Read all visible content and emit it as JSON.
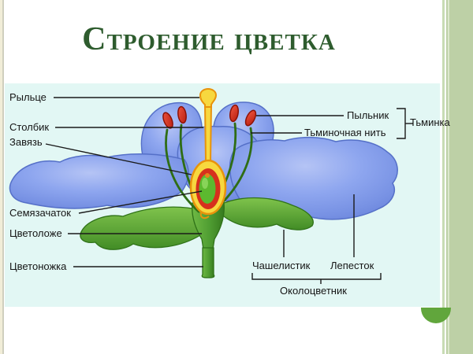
{
  "slide": {
    "title": "Строение цветка",
    "title_color": "#2e5c2e",
    "frame_green": "#bdd0a6",
    "diagram_bg": "#e2f7f4",
    "ornament_green": "#61a63c"
  },
  "diagram": {
    "type": "labeled-anatomy-diagram",
    "subject": "flower structure (cross-section)",
    "labels": {
      "stigma": "Рыльце",
      "style": "Столбик",
      "ovary": "Завязь",
      "ovule": "Семязачаток",
      "receptacle": "Цветоложе",
      "pedicel": "Цветоножка",
      "anther": "Пыльник",
      "filament": "Тьминочная нить",
      "stamen": "Тьминка",
      "sepal": "Чашелистик",
      "petal": "Лепесток",
      "perianth": "Околоцветник"
    },
    "colors": {
      "petal_blue": "#7b97e8",
      "sepal_green": "#57a233",
      "pistil_yellow": "#f7d83f",
      "pistil_outline": "#e8930c",
      "anther_red": "#d92f1d",
      "ovary_ring_red": "#d6301d",
      "ovule_green": "#5cb92f",
      "pointer_line": "#1a1a1a"
    }
  }
}
